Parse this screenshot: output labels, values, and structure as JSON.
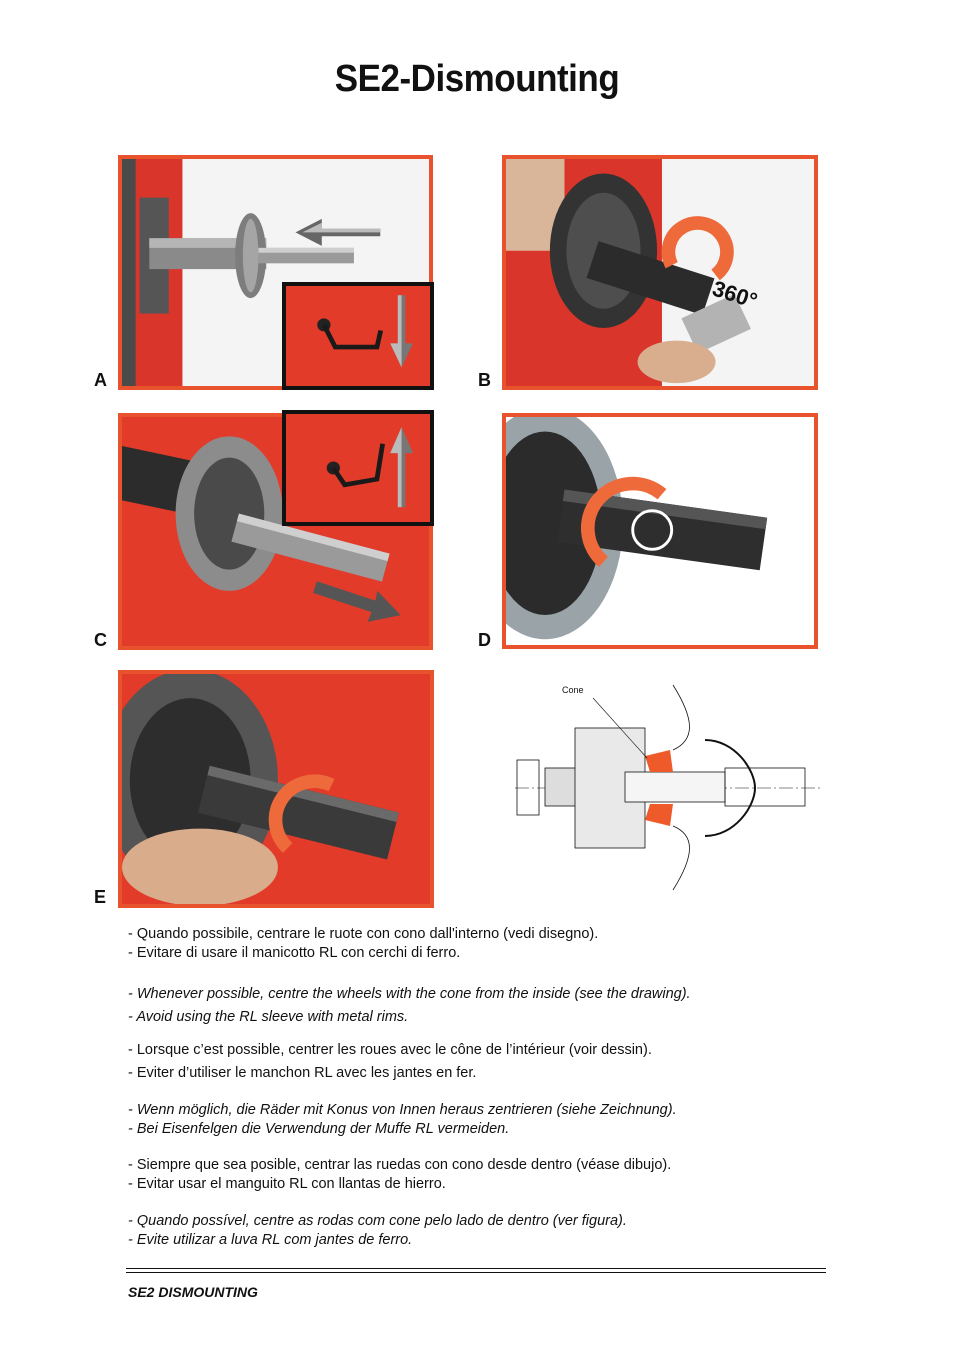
{
  "page": {
    "title": "SE2-Dismounting",
    "footer": "SE2 DISMOUNTING"
  },
  "figures": {
    "a": {
      "label": "A"
    },
    "b": {
      "label": "B",
      "rotation_text": "360°"
    },
    "c": {
      "label": "C"
    },
    "d": {
      "label": "D"
    },
    "e": {
      "label": "E"
    },
    "drawing": {
      "cone_label": "Cone"
    }
  },
  "colors": {
    "frame": "#e8522c",
    "machine_red": "#e23b2a",
    "arrow_orange": "#ef6a3a"
  },
  "text": {
    "it_1": "- Quando possibile, centrare le ruote con cono dall'interno (vedi disegno).",
    "it_2": "- Evitare di usare il manicotto RL con cerchi di ferro.",
    "en_1": "- Whenever possible, centre the wheels with the cone from the inside (see the drawing).",
    "en_2": "- Avoid using the RL sleeve with metal rims.",
    "fr_1": "- Lorsque c’est possible, centrer les roues avec le cône de l’intérieur (voir dessin).",
    "fr_2": "- Eviter d’utiliser le manchon RL avec les jantes en fer.",
    "de_1": "- Wenn möglich, die Räder mit Konus von Innen heraus zentrieren (siehe Zeichnung).",
    "de_2": "- Bei Eisenfelgen die Verwendung der Muffe RL vermeiden.",
    "es_1": "- Siempre que sea posible, centrar las ruedas con cono desde dentro (véase dibujo).",
    "es_2": "- Evitar usar el manguito RL con llantas de hierro.",
    "pt_1": "- Quando possível, centre as rodas com cone pelo lado de dentro (ver figura).",
    "pt_2": "- Evite utilizar a luva RL com jantes de ferro."
  }
}
